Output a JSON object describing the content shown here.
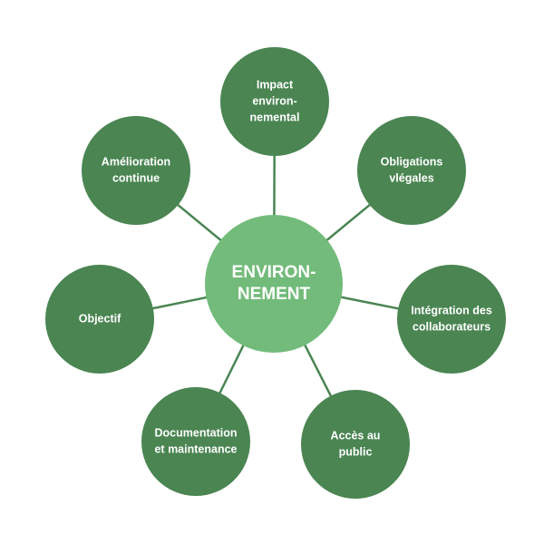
{
  "colors": {
    "satellite_fill": "#4a8552",
    "center_fill": "#72bb7a",
    "connector": "#4a8552",
    "text": "#ffffff",
    "background": "#ffffff"
  },
  "center": {
    "lines": [
      "ENVIRON-",
      "NEMENT"
    ]
  },
  "nodes": [
    {
      "id": "impact",
      "lines": [
        "Impact",
        "environ-",
        "nemental"
      ]
    },
    {
      "id": "obligations",
      "lines": [
        "Obligations",
        "vlégales"
      ]
    },
    {
      "id": "integration",
      "lines": [
        "Intégration des",
        "collaborateurs"
      ]
    },
    {
      "id": "acces",
      "lines": [
        "Accès au",
        "public"
      ]
    },
    {
      "id": "documentation",
      "lines": [
        "Documentation",
        "et maintenance"
      ]
    },
    {
      "id": "objectif",
      "lines": [
        "Objectif"
      ]
    },
    {
      "id": "amelioration",
      "lines": [
        "Amélioration",
        "continue"
      ]
    }
  ]
}
